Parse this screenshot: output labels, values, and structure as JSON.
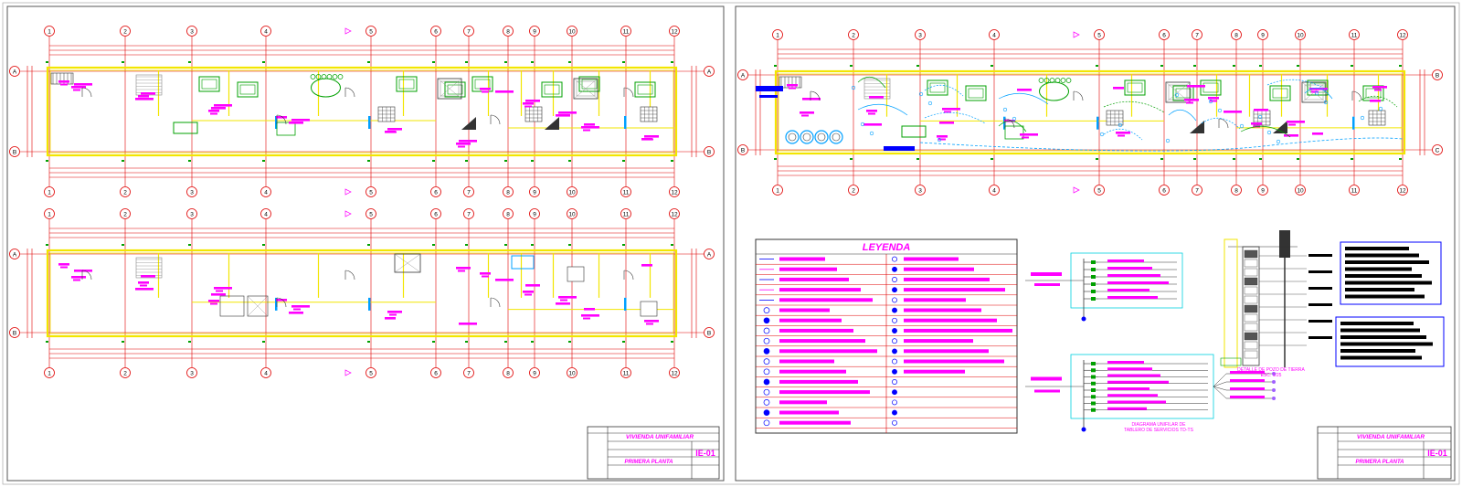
{
  "grid_labels": [
    "1",
    "2",
    "3",
    "4",
    "5",
    "6",
    "7",
    "8",
    "9",
    "10",
    "11",
    "12"
  ],
  "row_labels_left": [
    "A",
    "B"
  ],
  "row_labels_right_top": [
    "A",
    "B"
  ],
  "row_labels_right_bottom": [
    "B",
    "C"
  ],
  "legend": {
    "title": "LEYENDA"
  },
  "diagrams": {
    "unifilar_caption_1": "DIAGRAMA UNIFILAR DE",
    "unifilar_caption_2": "TABLERO DE SERVICIOS TD-TS",
    "pozo_caption_1": "DETALLE DE POZO DE TIERRA",
    "pozo_caption_2": "ESC: 1/25"
  },
  "title_blocks": [
    {
      "project": "VIVIENDA UNIFAMILIAR",
      "sheet_code": "IE-01",
      "sheet_name": "PRIMERA PLANTA"
    },
    {
      "project": "VIVIENDA UNIFAMILIAR",
      "sheet_code": "IE-01",
      "sheet_name": "PRIMERA PLANTA"
    }
  ],
  "colors": {
    "grid": "#e00000",
    "wall": "#f2e600",
    "furniture": "#00a000",
    "annotation": "#ff00ff",
    "wiring": "#00a0ff",
    "frame": "#555555",
    "blue": "#0000ff"
  }
}
